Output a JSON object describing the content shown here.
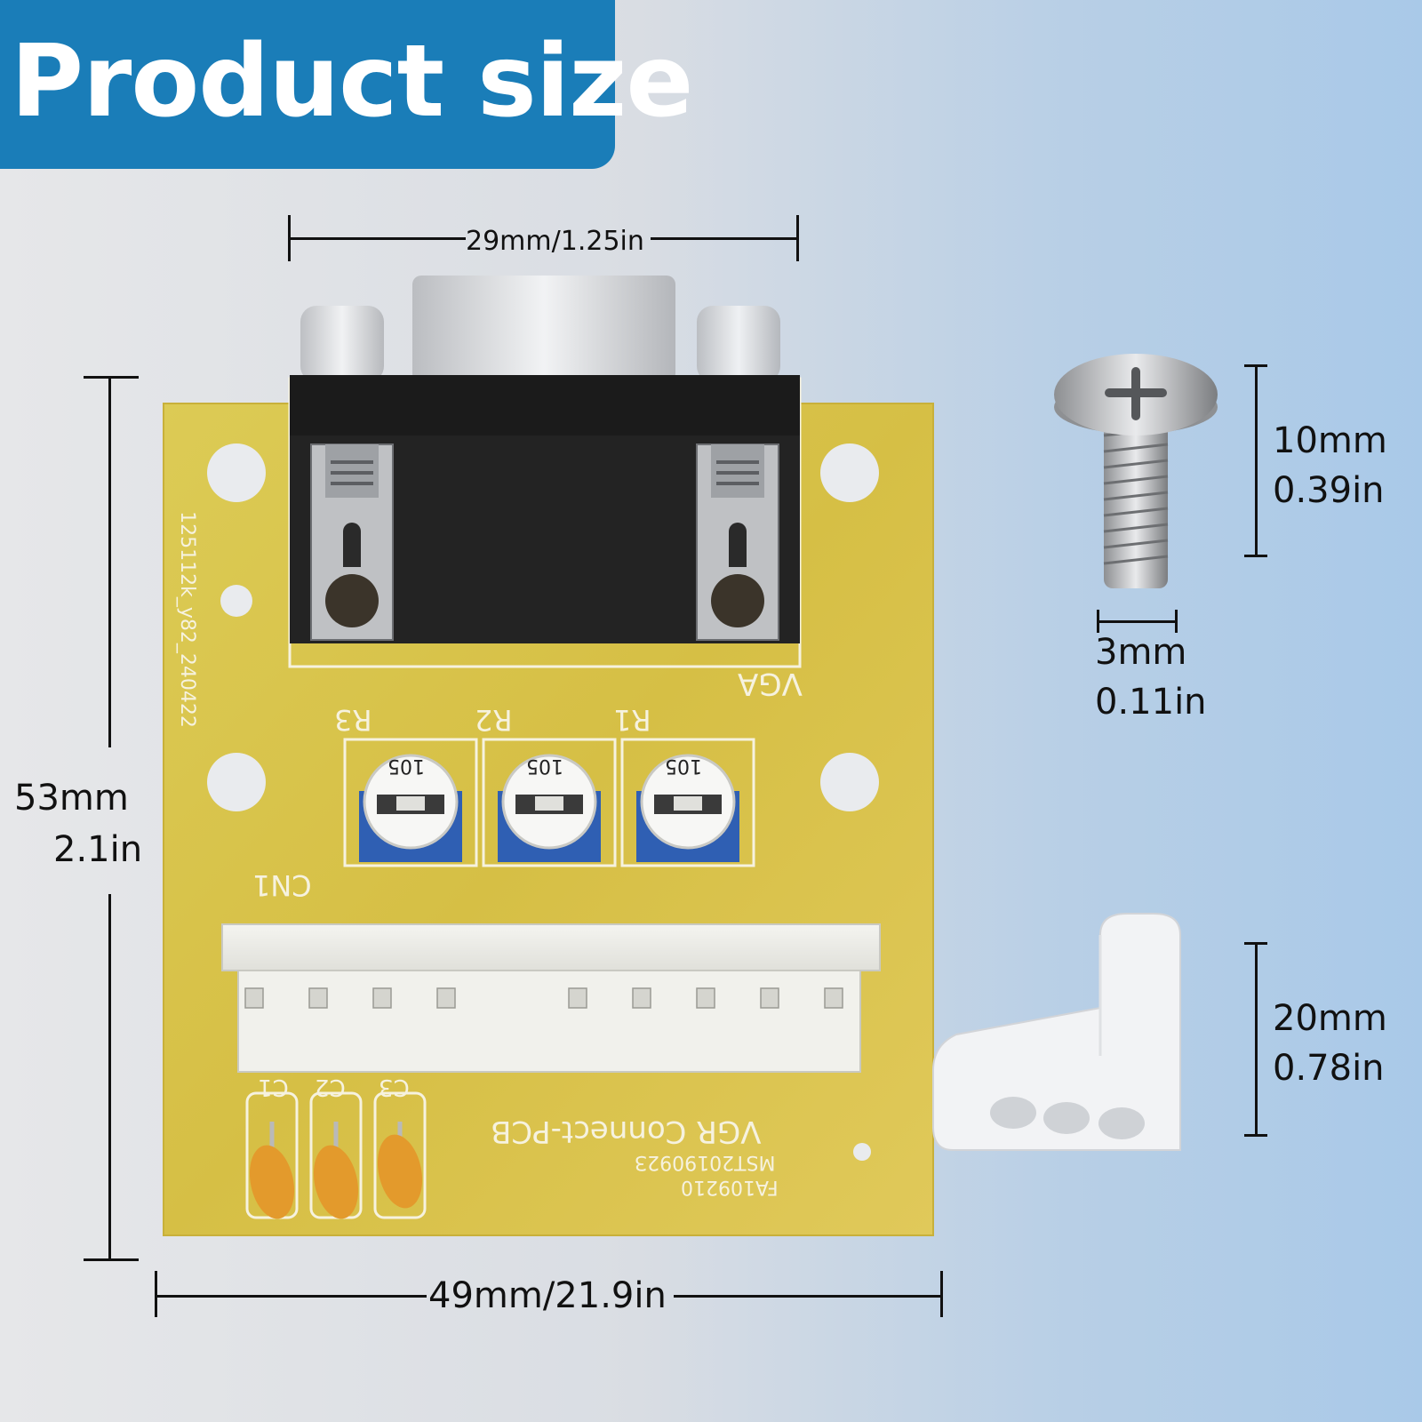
{
  "banner": {
    "title": "Product size"
  },
  "dimensions": {
    "top_width": "29mm/1.25in",
    "bottom_width": "49mm/21.9in",
    "height_mm": "53mm",
    "height_in": "2.1in",
    "screw_length_mm": "10mm",
    "screw_length_in": "0.39in",
    "screw_diameter_mm": "3mm",
    "screw_diameter_in": "0.11in",
    "bracket_mm": "20mm",
    "bracket_in": "0.78in"
  },
  "pcb_labels": {
    "vga": "VGA",
    "r1": "R1",
    "r2": "R2",
    "r3": "R3",
    "cn1": "CN1",
    "c1": "C1",
    "c2": "C2",
    "c3": "C3",
    "board_name": "VGR Connect-PCB",
    "code1": "MST2019092З",
    "code2": "FA109210",
    "side_code": "125112k_y82_240422",
    "pot_marking": "105"
  },
  "colors": {
    "banner": "#1a7db8",
    "pcb": "#d8c24a",
    "connector": "#1c1c1c",
    "potentiometer": "#2f5fb3",
    "capacitor": "#e39a2c"
  }
}
